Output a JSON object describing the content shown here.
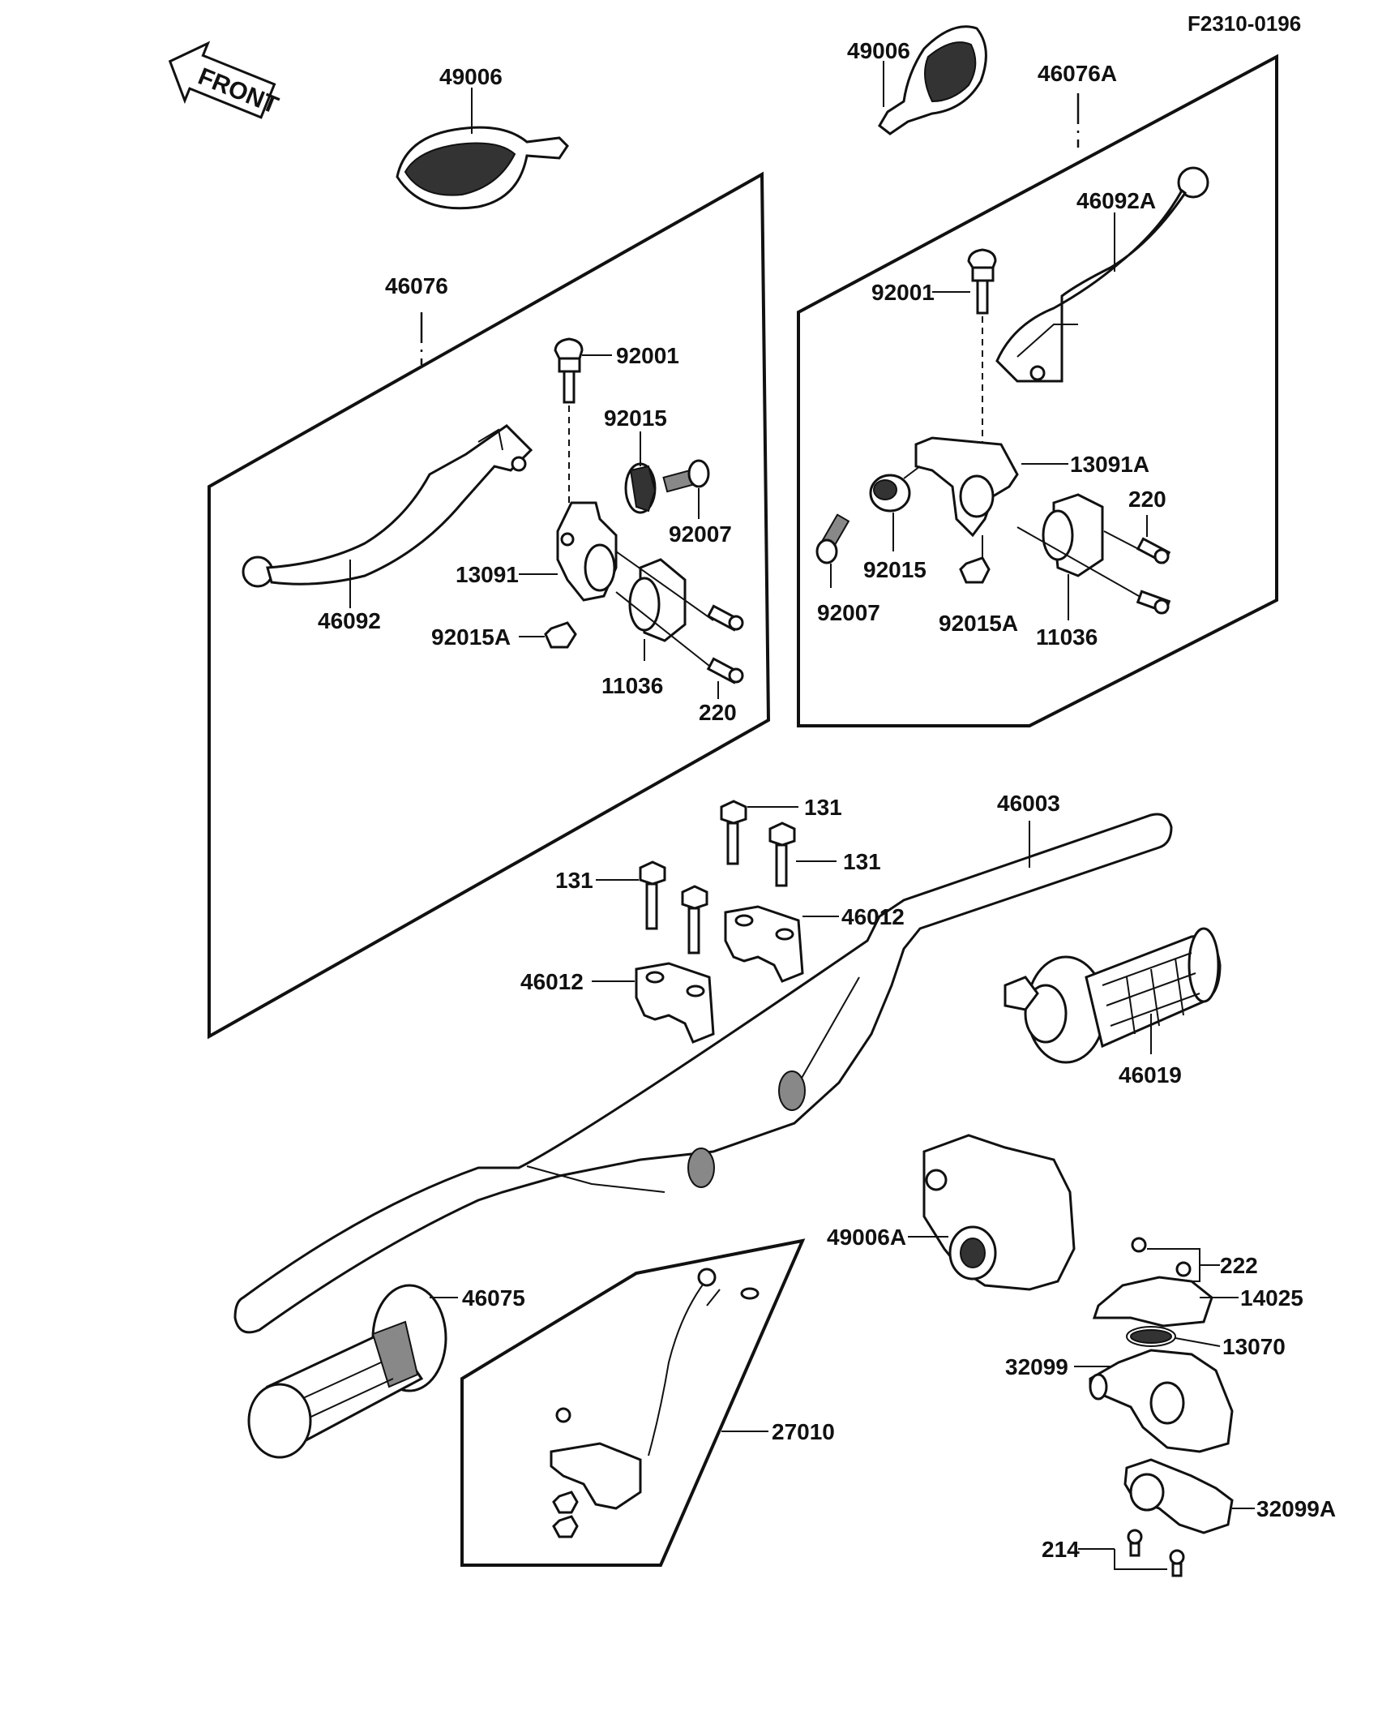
{
  "ref_code": "F2310-0196",
  "front_label": "FRONT",
  "labels": {
    "l_49006_left": "49006",
    "l_49006_right": "49006",
    "l_46076A": "46076A",
    "l_46092A": "46092A",
    "l_92001_right": "92001",
    "l_13091A": "13091A",
    "l_220_right": "220",
    "l_92015_right": "92015",
    "l_92007_right": "92007",
    "l_92015A_right": "92015A",
    "l_11036_right": "11036",
    "l_46076": "46076",
    "l_92001_left": "92001",
    "l_92015_left": "92015",
    "l_92007_left": "92007",
    "l_13091": "13091",
    "l_46092": "46092",
    "l_92015A_left": "92015A",
    "l_11036_left": "11036",
    "l_220_left": "220",
    "l_131_a": "131",
    "l_131_b": "131",
    "l_131_c": "131",
    "l_46003": "46003",
    "l_46012_a": "46012",
    "l_46012_b": "46012",
    "l_46019": "46019",
    "l_49006A": "49006A",
    "l_222": "222",
    "l_14025": "14025",
    "l_13070": "13070",
    "l_32099": "32099",
    "l_32099A": "32099A",
    "l_214": "214",
    "l_46075": "46075",
    "l_27010": "27010"
  }
}
